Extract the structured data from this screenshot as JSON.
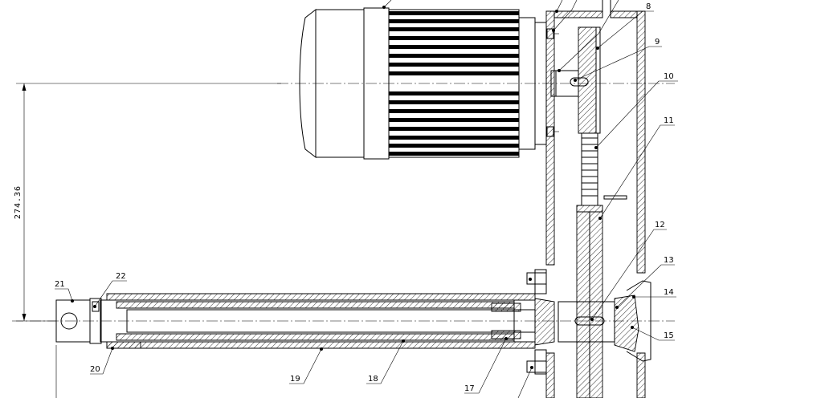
{
  "drawing": {
    "dimension": "274.36",
    "part_labels": [
      {
        "id": "p8",
        "text": "8"
      },
      {
        "id": "p9",
        "text": "9"
      },
      {
        "id": "p10",
        "text": "10"
      },
      {
        "id": "p11",
        "text": "11"
      },
      {
        "id": "p12",
        "text": "12"
      },
      {
        "id": "p13",
        "text": "13"
      },
      {
        "id": "p14",
        "text": "14"
      },
      {
        "id": "p15",
        "text": "15"
      },
      {
        "id": "p17",
        "text": "17"
      },
      {
        "id": "p18",
        "text": "18"
      },
      {
        "id": "p19",
        "text": "19"
      },
      {
        "id": "p20",
        "text": "20"
      },
      {
        "id": "p21",
        "text": "21"
      },
      {
        "id": "p22",
        "text": "22"
      }
    ]
  }
}
